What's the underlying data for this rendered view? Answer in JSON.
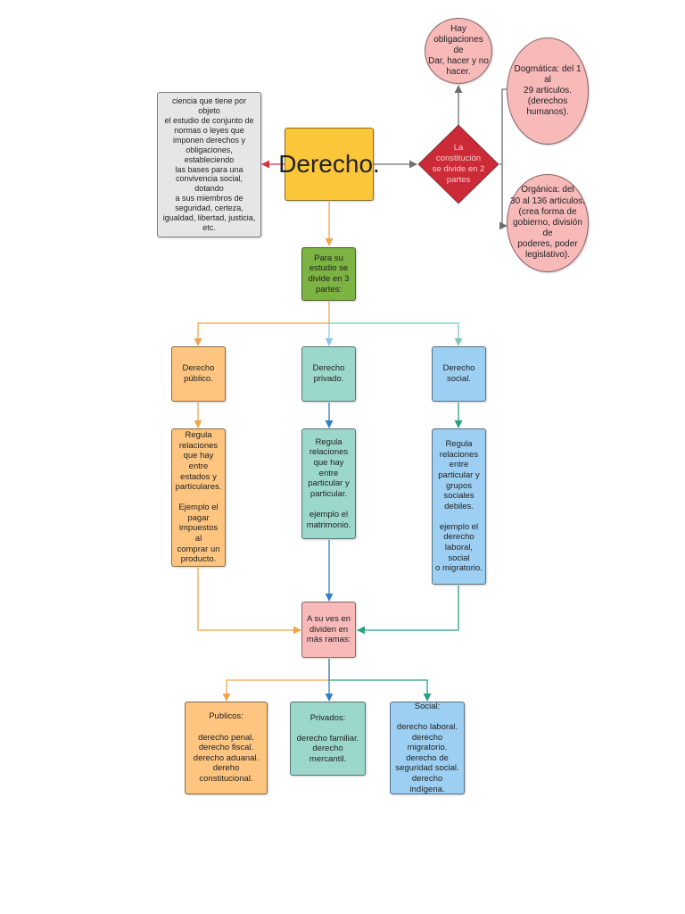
{
  "colors": {
    "main": "#fcc63a",
    "gray": "#e6e6e6",
    "green": "#7cb342",
    "red": "#cc2a36",
    "pink": "#f8b9b9",
    "orange": "#fdc580",
    "teal": "#9bd7cb",
    "blue": "#9ccff2",
    "edge_red": "#d3323c",
    "edge_orange": "#f0a54a",
    "edge_lightblue": "#8ec8ee",
    "edge_teal": "#7cc9b9",
    "edge_blue": "#2f7fc4",
    "edge_green": "#26a17e",
    "edge_gray": "#6f6f6f"
  },
  "nodes": {
    "definition": "ciencia que tiene por objeto\nel estudio de conjunto de\nnormas o leyes que\nimponen derechos y\nobligaciones, estableciendo\nlas bases para una\nconvivencia social, dotando\na sus miembros de\nseguridad, certeza,\nigualdad, libertad, justicia,\netc.",
    "derecho": "Derecho.",
    "constitucion": "La\nconstitución\nse divide en 2\npartes",
    "obligaciones": "Hay\nobligaciones de\nDar, hacer y no\nhacer.",
    "dogmatica": "Dogmática: del 1 al\n29 articulos.\n(derechos\nhumanos).",
    "organica": "Orgánica: del\n30 al 136 articulos.\n(crea forma de\ngobierno, división de\npoderes, poder\nlegislativo).",
    "estudio": "Para su\nestudio se\ndivide en 3\npartes:",
    "publico": "Derecho\npúblico.",
    "privado": "Derecho\nprivado.",
    "social": "Derecho\nsocial.",
    "publico_desc": "Regula\nrelaciones\nque hay entre\nestados y\nparticulares.\n\nEjemplo el\npagar\nimpuestos al\ncomprar un\nproducto.",
    "privado_desc": "Regula\nrelaciones\nque hay entre\nparticular y\nparticular.\n\nejemplo el\nmatrimonio.",
    "social_desc": "Regula\nrelaciones\nentre\nparticular y\ngrupos\nsociales\ndebiles.\n\nejemplo el\nderecho\nlaboral, social\no migratorio.",
    "ramas": "A su ves en\ndividen en\nmás ramas:",
    "publicos": "Publicos:\n\nderecho penal.\nderecho fiscal.\nderecho aduanal.\ndereho constitucional.",
    "privados": "Privados:\n\nderecho familiar.\nderecho mercantil.",
    "sociales": "Social:\n\nderecho laboral.\nderecho migratorio.\nderecho de\nseguridad social.\nderecho indígena."
  }
}
